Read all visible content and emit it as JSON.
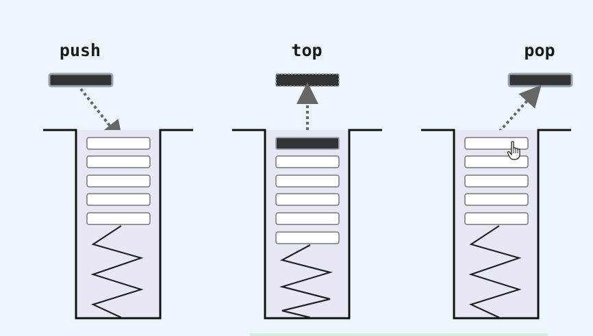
{
  "panels": [
    {
      "label": "push",
      "stack_slots": 5,
      "has_top_element": false
    },
    {
      "label": "top",
      "stack_slots": 6,
      "has_top_element": true
    },
    {
      "label": "pop",
      "stack_slots": 5,
      "has_top_element": false
    }
  ],
  "icons": {
    "cursor": "hand-pointer-icon",
    "spring": "spring-icon",
    "arrow": "dotted-arrow-icon"
  },
  "colors": {
    "background": "#eef6fd",
    "container_fill": "#e7e8f5",
    "outline": "#111111",
    "element_fill": "#333333",
    "element_border": "#9aa3b0",
    "slot_fill": "#ffffff",
    "slot_border": "#777777",
    "arrow": "#666666",
    "spring": "#222222"
  }
}
